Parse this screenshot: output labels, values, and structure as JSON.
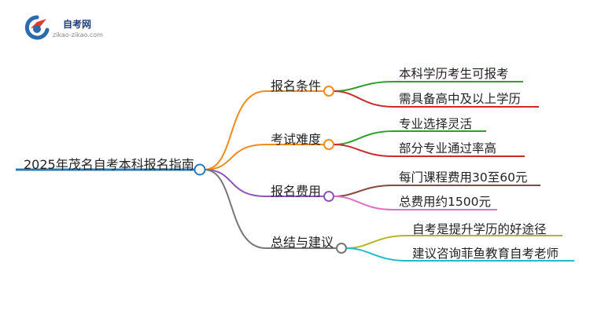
{
  "logo": {
    "name": "自考网",
    "url": "zikao-zikao.com"
  },
  "mindmap": {
    "root": "2025年茂名自考本科报名指南",
    "branches": [
      {
        "label": "报名条件",
        "color": "#f28a1c",
        "leaves": [
          {
            "label": "本科学历考生可报考",
            "color": "#2ea02e"
          },
          {
            "label": "需具备高中及以上学历",
            "color": "#cc2a2a"
          }
        ]
      },
      {
        "label": "考试难度",
        "color": "#f28a1c",
        "leaves": [
          {
            "label": "专业选择灵活",
            "color": "#2ea02e"
          },
          {
            "label": "部分专业通过率高",
            "color": "#cc2a2a"
          }
        ]
      },
      {
        "label": "报名费用",
        "color": "#8a56b8",
        "leaves": [
          {
            "label": "每门课程费用30至60元",
            "color": "#8a4a3a"
          },
          {
            "label": "总费用约1500元",
            "color": "#e070c0"
          }
        ]
      },
      {
        "label": "总结与建议",
        "color": "#777777",
        "leaves": [
          {
            "label": "自考是提升学历的好途径",
            "color": "#b5b521"
          },
          {
            "label": "建议咨询菲鱼教育自考老师",
            "color": "#1fbcc8"
          }
        ]
      }
    ]
  },
  "colors": {
    "root_line": "#2a7ab8",
    "root_node": "#2a7ab8"
  }
}
